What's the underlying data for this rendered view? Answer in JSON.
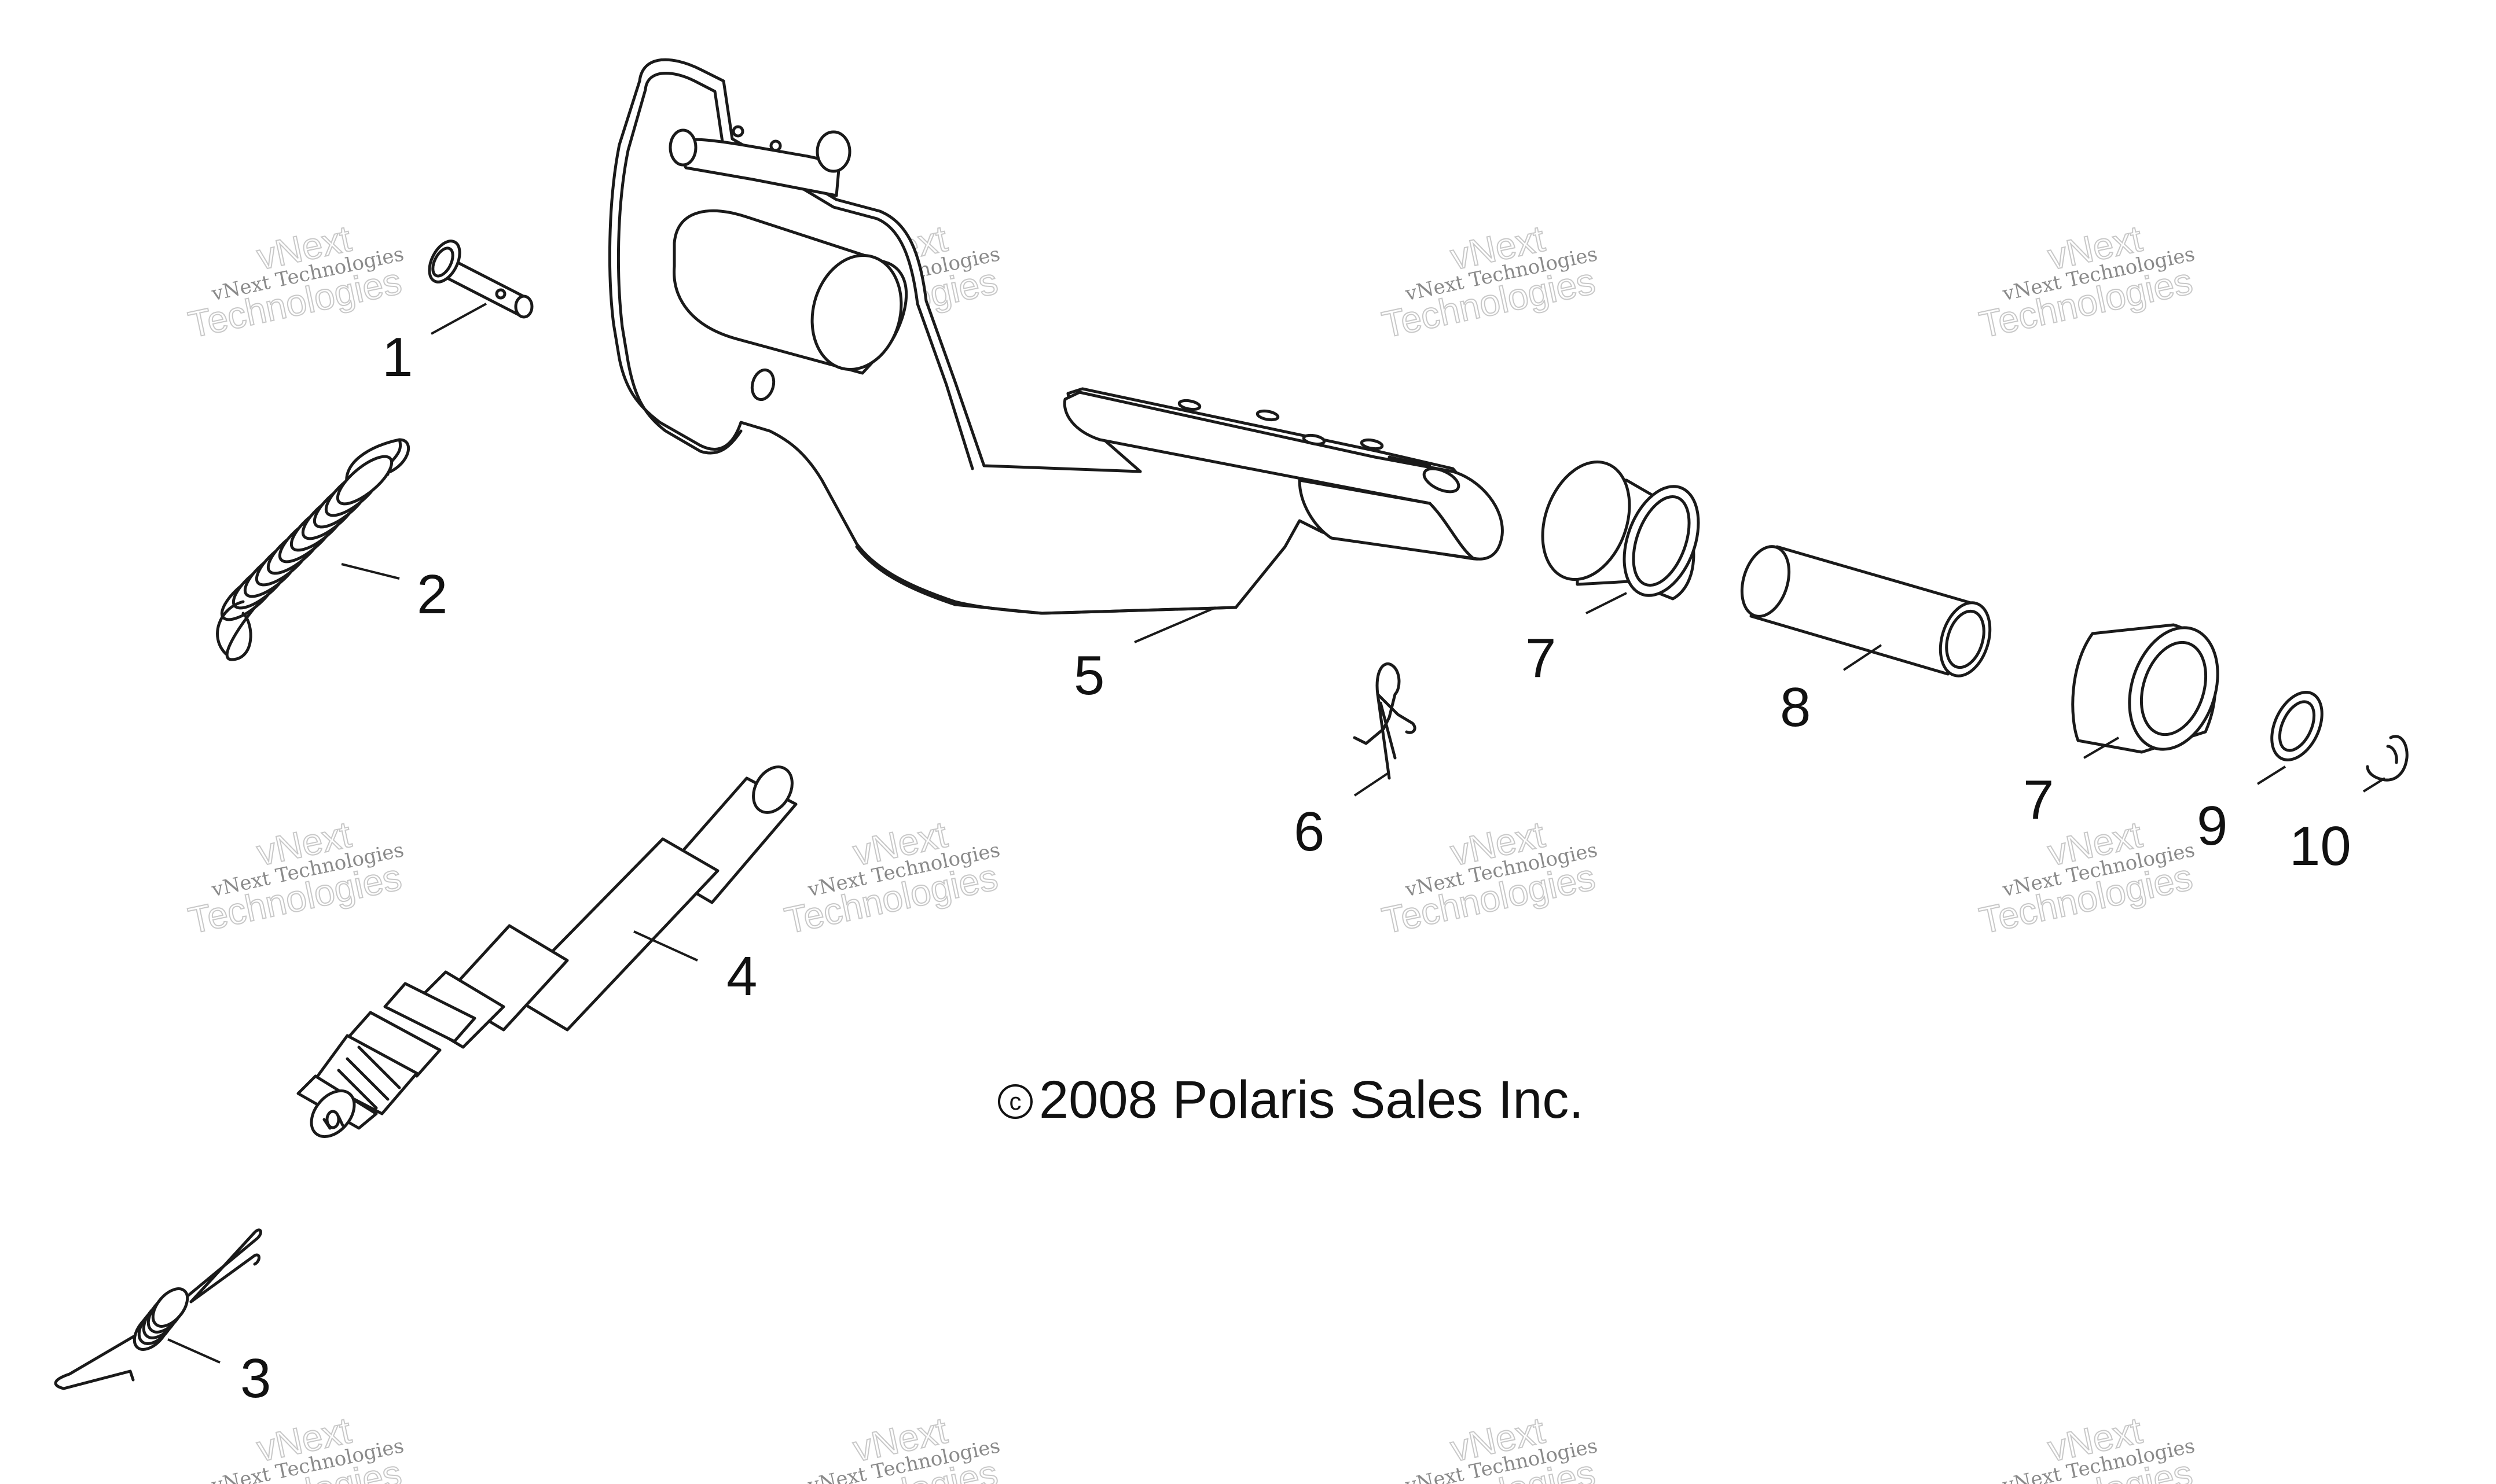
{
  "diagram": {
    "copyright_symbol": "c",
    "copyright": "2008 Polaris Sales Inc.",
    "watermark": {
      "line_small": "vNext Technologies",
      "line_top": "vNext",
      "line_bottom": "Technologies"
    },
    "callouts": [
      {
        "id": "1",
        "label": "1"
      },
      {
        "id": "2",
        "label": "2"
      },
      {
        "id": "3",
        "label": "3"
      },
      {
        "id": "4",
        "label": "4"
      },
      {
        "id": "5",
        "label": "5"
      },
      {
        "id": "6",
        "label": "6"
      },
      {
        "id": "7a",
        "label": "7"
      },
      {
        "id": "7b",
        "label": "7"
      },
      {
        "id": "8",
        "label": "8"
      },
      {
        "id": "9",
        "label": "9"
      },
      {
        "id": "10",
        "label": "10"
      }
    ]
  }
}
